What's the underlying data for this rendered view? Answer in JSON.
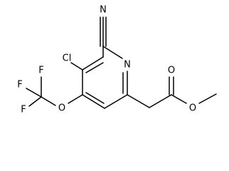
{
  "structure": {
    "atoms": {
      "nitrile_n": "N",
      "ring_n": "N",
      "chlorine": "Cl",
      "fluorine_1": "F",
      "fluorine_2": "F",
      "fluorine_3": "F",
      "ether_o": "O",
      "carbonyl_o": "O",
      "ester_o": "O"
    },
    "colors": {
      "bond": "#000000",
      "text": "#000000",
      "background": "#ffffff"
    }
  }
}
